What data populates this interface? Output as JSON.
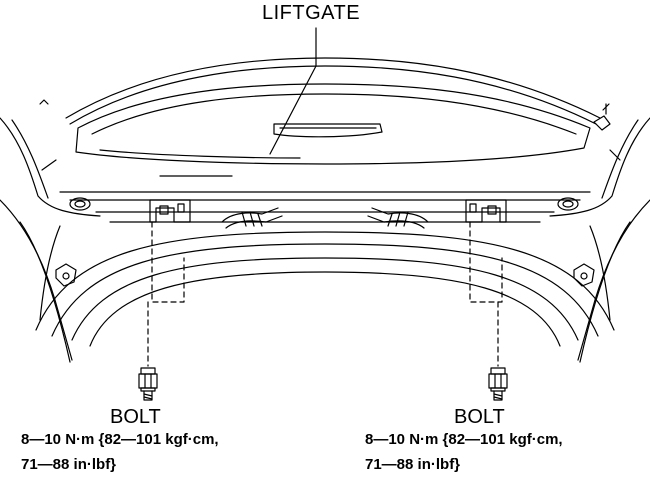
{
  "labels": {
    "title": "LIFTGATE",
    "left": {
      "name": "BOLT",
      "torque_line1": "8—10 N·m {82—101 kgf·cm,",
      "torque_line2": "71—88 in·lbf}"
    },
    "right": {
      "name": "BOLT",
      "torque_line1": "8—10 N·m {82—101 kgf·cm,",
      "torque_line2": "71—88 in·lbf}"
    }
  },
  "colors": {
    "line": "#000000",
    "background": "#ffffff"
  }
}
